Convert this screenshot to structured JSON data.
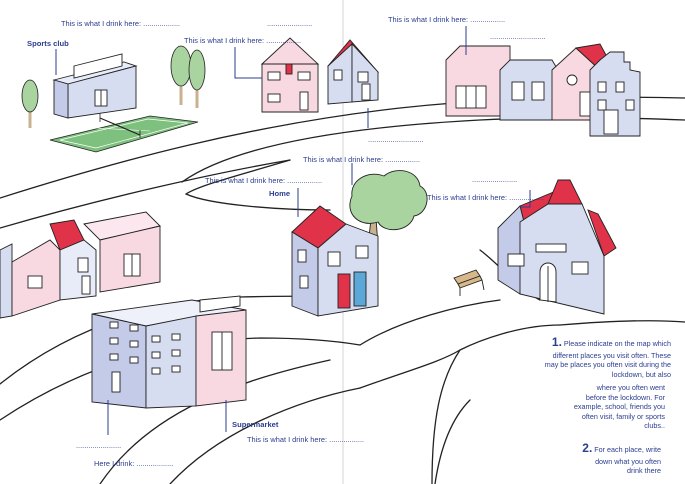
{
  "labels": {
    "drink_here": "This is what I drink here: ..................",
    "drink_here_alt": "This is what I drink here:  .................",
    "drink_here_short": "This is what I drink here: .................",
    "blank_line": "......................",
    "blank_line_long": "...........................",
    "sports_club": "Sports club",
    "home": "Home",
    "supermarket": "Supermarket",
    "here_i_drink": "Here I drink:  .................."
  },
  "instructions": {
    "step1_number": "1.",
    "step1_lines": [
      "Please indicate on the map which",
      "different places you visit often. These",
      "may be places you often visit during the",
      "lockdown, but also"
    ],
    "step1b_lines": [
      "where you often went",
      "before the lockdown. For",
      "example, school, friends you",
      "often visit, family or sports",
      "clubs.."
    ],
    "step2_number": "2.",
    "step2_lines": [
      "For each place, write",
      "down what you often",
      "drink there"
    ]
  },
  "colors": {
    "ink": "#2b3d8f",
    "outline": "#222222",
    "roof_red": "#e0334a",
    "wall_pink": "#f8d9e2",
    "wall_blue": "#d7ddf1",
    "grass": "#7ec07e",
    "tree_green": "#a9d4a0",
    "trunk": "#c9b290",
    "door_blue": "#5aa7d8",
    "door_red": "#e0334a"
  }
}
